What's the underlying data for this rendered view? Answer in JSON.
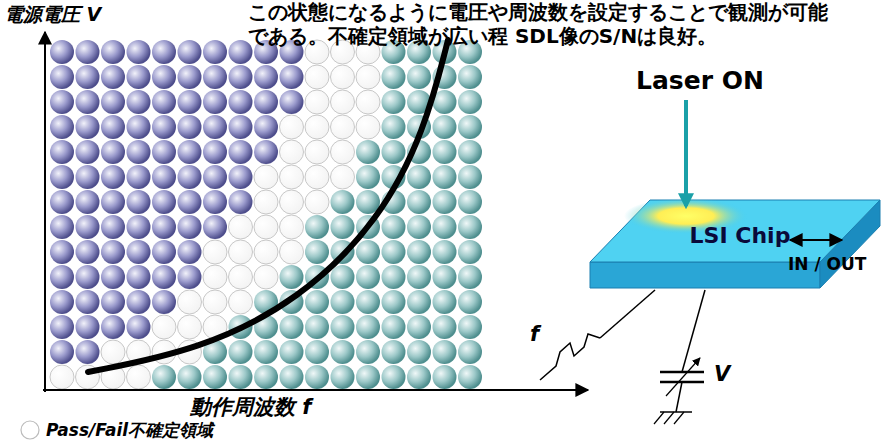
{
  "diagram": {
    "nodes": [
      {
        "text": [
          "LSI Chip"
        ]
      }
    ],
    "labels": [
      "この状態になるように電圧や周波数を設定することで観測が可能である。不確定領域が広い程 SDL像のS/Nは良好。",
      "電源電圧 V",
      "動作周波数 f",
      "Laser ON",
      "IN / OUT",
      "f",
      "V"
    ],
    "legend": [
      {
        "text": "Pass/Fail不確定領域"
      }
    ]
  }
}
